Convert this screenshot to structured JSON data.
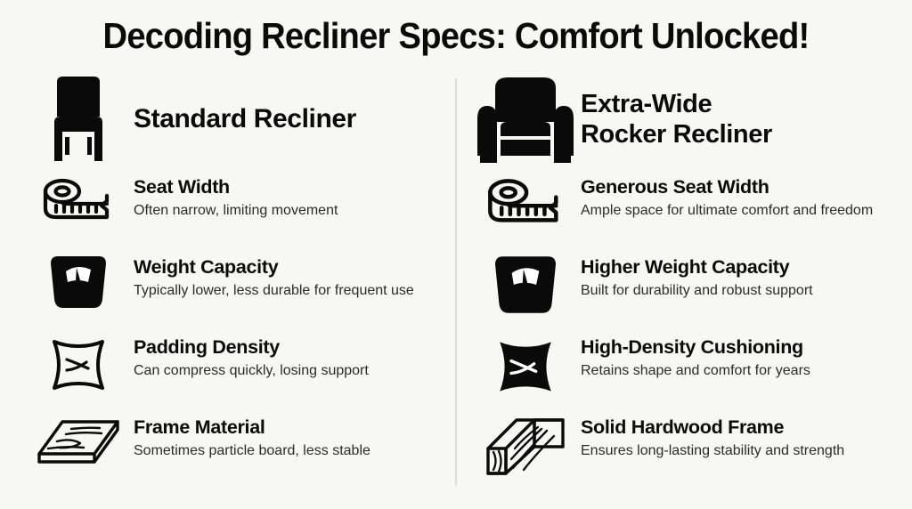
{
  "title": "Decoding Recliner Specs: Comfort Unlocked!",
  "theme": {
    "background": "#f7f7f5",
    "text": "#0a0a0a",
    "body_text": "#2b2b2b",
    "divider": "#dcdcda",
    "icon": "#0a0a0a"
  },
  "columns": [
    {
      "heading": "Standard Recliner",
      "heading_icon": "chair-icon",
      "features": [
        {
          "icon": "tape-measure-icon",
          "title": "Seat Width",
          "desc": "Often narrow, limiting movement"
        },
        {
          "icon": "weight-scale-icon",
          "title": "Weight Capacity",
          "desc": "Typically lower, less durable for frequent use"
        },
        {
          "icon": "pillow-outline-icon",
          "title": "Padding Density",
          "desc": "Can compress quickly, losing support"
        },
        {
          "icon": "wood-plank-icon",
          "title": "Frame Material",
          "desc": "Sometimes particle board, less stable"
        }
      ]
    },
    {
      "heading": "Extra-Wide Rocker Recliner",
      "heading_line1": "Extra-Wide",
      "heading_line2": "Rocker Recliner",
      "heading_icon": "armchair-icon",
      "features": [
        {
          "icon": "tape-measure-icon",
          "title": "Generous Seat Width",
          "desc": "Ample space for ultimate comfort and freedom"
        },
        {
          "icon": "weight-scale-icon",
          "title": "Higher Weight Capacity",
          "desc": "Built for durability and robust support"
        },
        {
          "icon": "pillow-filled-icon",
          "title": "High-Density Cushioning",
          "desc": "Retains shape and comfort for years"
        },
        {
          "icon": "wood-beam-icon",
          "title": "Solid Hardwood Frame",
          "desc": "Ensures long-lasting stability and strength"
        }
      ]
    }
  ]
}
